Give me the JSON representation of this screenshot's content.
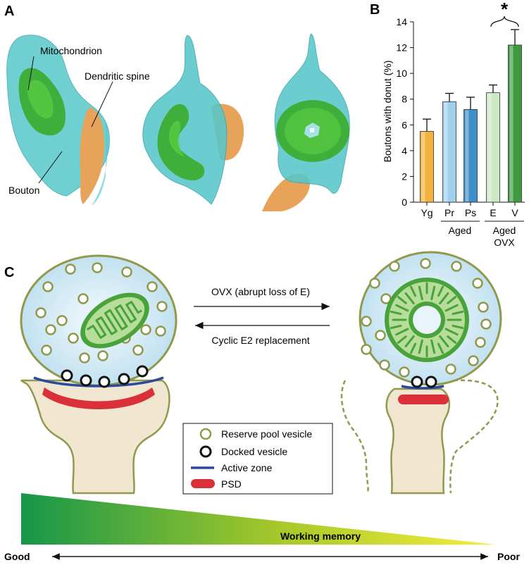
{
  "panels": {
    "a": "A",
    "b": "B",
    "c": "C"
  },
  "panel_a": {
    "mitochondrion_label": "Mitochondrion",
    "spine_label": "Dendritic spine",
    "bouton_label": "Bouton"
  },
  "chart_data": {
    "type": "bar",
    "ylabel": "Boutons with donut (%)",
    "ylim": [
      0,
      14
    ],
    "yticks": [
      "0",
      "2",
      "4",
      "6",
      "8",
      "10",
      "12",
      "14"
    ],
    "categories": [
      "Yg",
      "Pr",
      "Ps",
      "E",
      "V"
    ],
    "values": [
      5.5,
      7.8,
      7.2,
      8.5,
      12.2
    ],
    "errors": [
      0.95,
      0.65,
      0.95,
      0.6,
      1.2
    ],
    "group_labels": [
      "Aged",
      "Aged",
      "OVX"
    ],
    "significance": "*",
    "colors": [
      "#f2b33d",
      "#9fd0ee",
      "#3d8ec9",
      "#cde8c4",
      "#3f9a3f"
    ]
  },
  "panel_c": {
    "arrow_forward": "OVX (abrupt loss of E)",
    "arrow_back": "Cyclic E2 replacement",
    "legend": {
      "reserve": "Reserve pool vesicle",
      "docked": "Docked vesicle",
      "active_zone": "Active zone",
      "psd": "PSD"
    },
    "gradient_label": "Working memory",
    "good": "Good",
    "poor": "Poor",
    "colors": {
      "bouton_fill": "#cfe8f4",
      "outline": "#8f9a4d",
      "mito": "#4aa33a",
      "active_zone": "#2a4a9a",
      "psd": "#d9303a",
      "spine": "#f1e6cf",
      "gradient_start": "#1a9a48",
      "gradient_end": "#f5ea2a"
    }
  }
}
